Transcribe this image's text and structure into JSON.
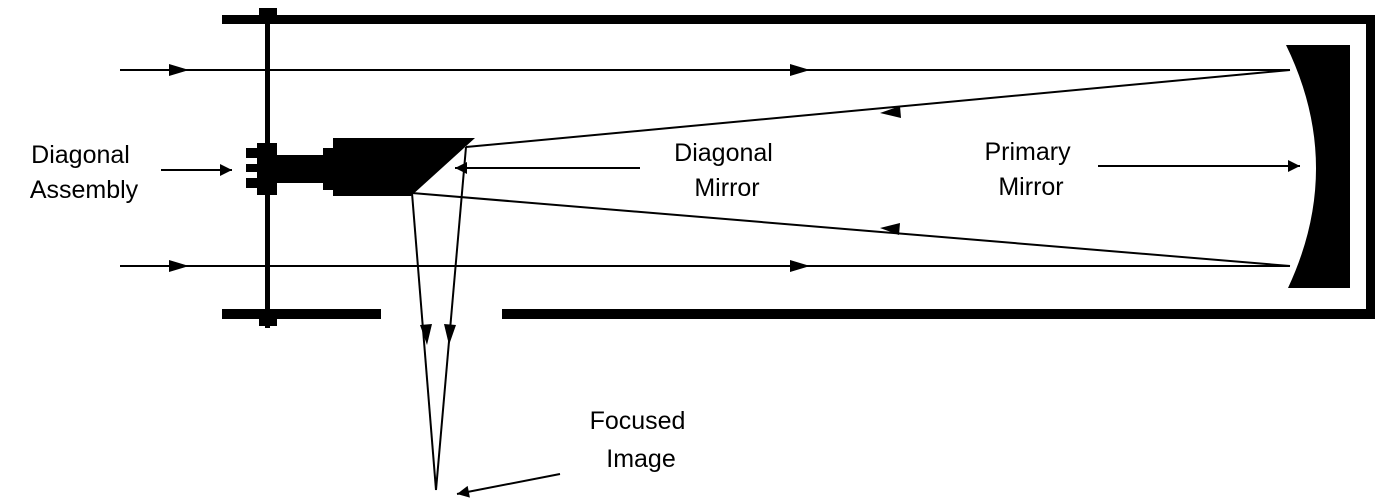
{
  "labels": {
    "diagonal_assembly": [
      "Diagonal",
      "Assembly"
    ],
    "diagonal_mirror": [
      "Diagonal",
      "Mirror"
    ],
    "primary_mirror": [
      "Primary",
      "Mirror"
    ],
    "focused_image": [
      "Focused",
      "Image"
    ]
  },
  "colors": {
    "ink": "#000000",
    "background": "#ffffff"
  }
}
